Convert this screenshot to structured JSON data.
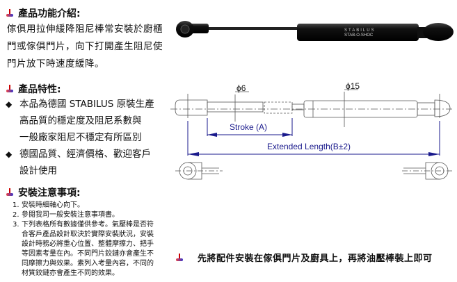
{
  "intro": {
    "heading": "產品功能介紹:",
    "lines": [
      "傢俱用拉伸緩降阻尼棒常安裝於廚櫃",
      "門或傢俱門片，向下打開產生阻尼使",
      "門片放下時速度緩降。"
    ]
  },
  "features": {
    "heading": "產品特性:",
    "items": [
      {
        "lines": [
          "本品為德國 STABILUS 原裝生產",
          "高品質的穩定度及阻尼系數與",
          "一般廠家阻尼不穩定有所區別"
        ]
      },
      {
        "lines": [
          "德國品質、經濟價格、歡迎客戶",
          "設計使用"
        ]
      }
    ]
  },
  "notes": {
    "heading": "安裝注意事項:",
    "items": [
      {
        "num": "1.",
        "lines": [
          "安裝時細軸心向下。"
        ]
      },
      {
        "num": "2.",
        "lines": [
          "參閱我司一般安裝注意事項書。"
        ]
      },
      {
        "num": "3.",
        "lines": [
          "下列表格所有數據僅供參考。氣壓棒是否符",
          "合客戶產品設計取決於實際安裝狀況，安裝",
          "設計時務必將重心位置、整體摩擦力、把手",
          "等因素考量在內。不同門片鉸鏈亦會產生不",
          "同摩擦力與效果。素列入考量內容，不同的",
          "材質鉸鏈亦會產生不同的效果。"
        ]
      }
    ]
  },
  "product_photo": {
    "brand_text": "STABILUS",
    "model_text": "STAB-O-SHOC"
  },
  "diagram": {
    "rod_diameter": "ϕ6",
    "tube_diameter": "ϕ15",
    "stroke_label": "Stroke (A)",
    "length_label": "Extended Length(B±2)",
    "line_color": "#1a1a8c"
  },
  "footer_note": "先將配件安裝在傢俱門片及廚具上，再將油壓棒裝上即可"
}
